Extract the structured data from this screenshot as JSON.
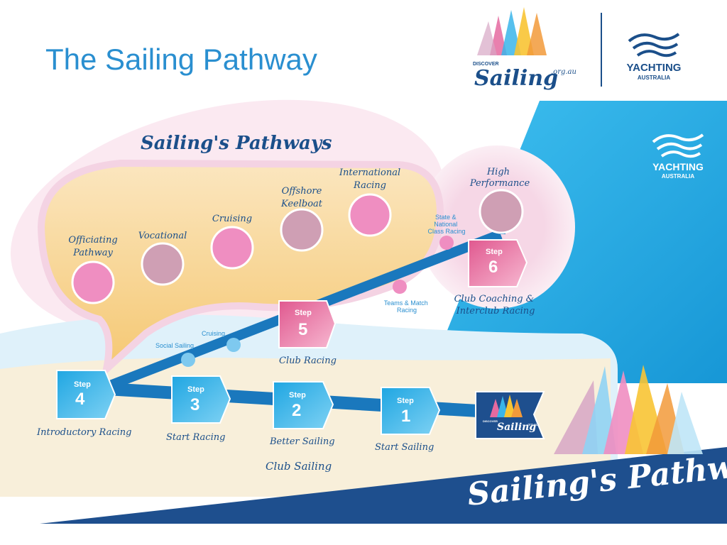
{
  "slide": {
    "title": "The Sailing Pathway"
  },
  "logos": {
    "discover_sailing": {
      "discover": "DISCOVER",
      "sailing": "Sailing",
      "domain": ".org.au"
    },
    "yachting_australia": {
      "name": "YACHTING",
      "country": "AUSTRALIA"
    },
    "panel_yachting": {
      "name": "YACHTING",
      "country": "AUSTRALIA"
    },
    "finish_flag": {
      "discover": "DISCOVER",
      "sailing": "Sailing",
      "domain": ".org.au"
    }
  },
  "diagram": {
    "title": "Sailing's Pathways",
    "banner": "Sailing's Pathways",
    "steps": [
      {
        "label": "Step",
        "number": "1",
        "caption": "Start Sailing"
      },
      {
        "label": "Step",
        "number": "2",
        "caption": "Better Sailing"
      },
      {
        "label": "Step",
        "number": "3",
        "caption": "Start Racing"
      },
      {
        "label": "Step",
        "number": "4",
        "caption": "Introductory Racing"
      },
      {
        "label": "Step",
        "number": "5",
        "caption": "Club Racing"
      },
      {
        "label": "Step",
        "number": "6",
        "caption": [
          "Club Coaching &",
          "Interclub Racing"
        ]
      }
    ],
    "club_sailing": "Club Sailing",
    "waypoints": {
      "social_sailing": "Social Sailing",
      "cruising": "Cruising",
      "teams_match": [
        "Teams & Match",
        "Racing"
      ],
      "state_national": [
        "State &",
        "National",
        "Class Racing"
      ]
    },
    "bubble_options": [
      {
        "label": [
          "Officiating",
          "Pathway"
        ]
      },
      {
        "label": [
          "Vocational"
        ]
      },
      {
        "label": [
          "Cruising"
        ]
      },
      {
        "label": [
          "Offshore",
          "Keelboat"
        ]
      },
      {
        "label": [
          "International",
          "Racing"
        ]
      }
    ],
    "high_performance": [
      "High",
      "Performance"
    ],
    "colors": {
      "title_blue": "#2a8fd0",
      "navy": "#1b4f8a",
      "step_blue": "#22a9e3",
      "step_pink": "#e46a9c",
      "bubble_pink": "#ef8ec1",
      "bubble_mauve": "#cf9fb4",
      "sand": "#f6cf86",
      "panel_blue": "#1ba9e6"
    }
  }
}
